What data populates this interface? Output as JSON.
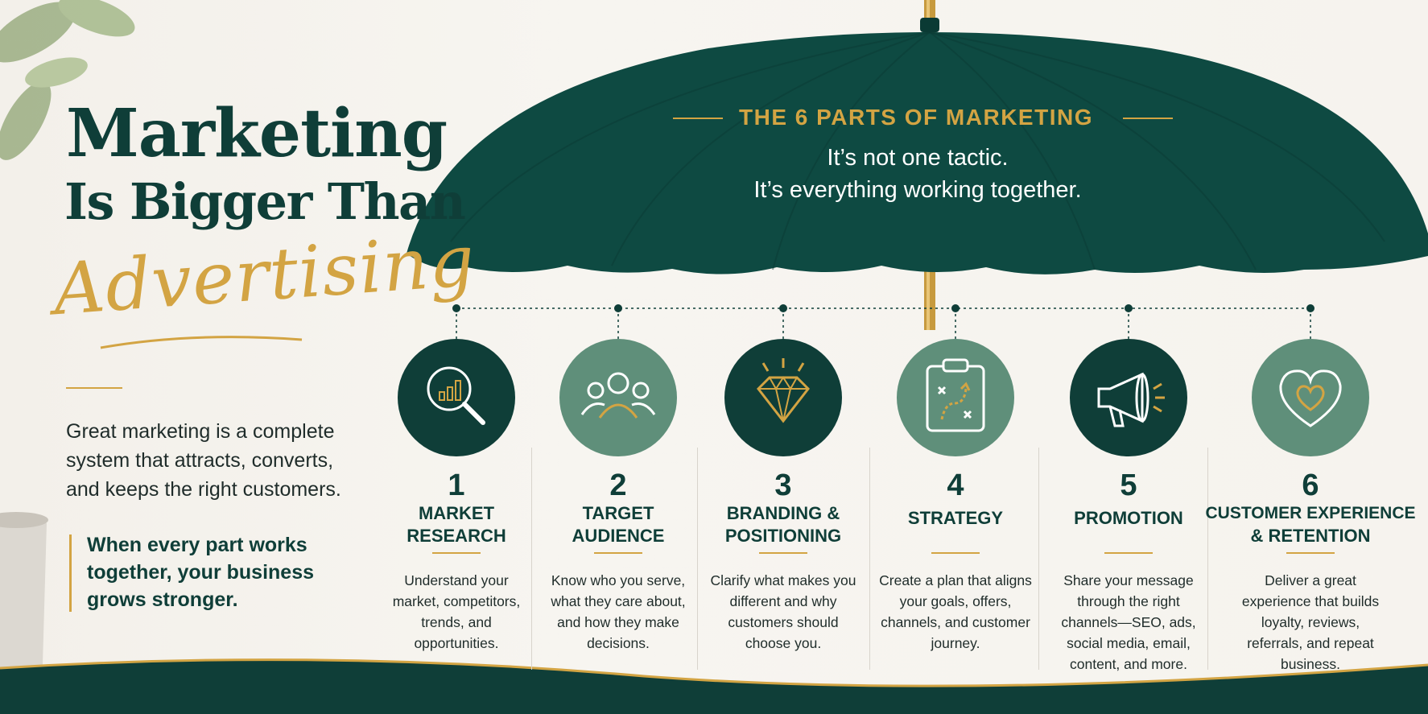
{
  "headline": {
    "line1": "Marketing",
    "line2": "Is Bigger Than",
    "script_word": "Advertising"
  },
  "intro": {
    "text": "Great marketing is a complete system that attracts, converts, and keeps the right customers.",
    "quote": "When every part works together, your business grows stronger."
  },
  "umbrella": {
    "kicker": "THE 6 PARTS OF MARKETING",
    "tagline_line1": "It’s not one tactic.",
    "tagline_line2": "It’s everything working together."
  },
  "parts": [
    {
      "number": "1",
      "title_line1": "MARKET",
      "title_line2": "RESEARCH",
      "icon": "magnifier-chart-icon",
      "desc": "Understand your market, competitors, trends, and opportunities."
    },
    {
      "number": "2",
      "title_line1": "TARGET",
      "title_line2": "AUDIENCE",
      "icon": "people-group-icon",
      "desc": "Know who you serve, what they care about, and how they make decisions."
    },
    {
      "number": "3",
      "title_line1": "BRANDING &",
      "title_line2": "POSITIONING",
      "icon": "diamond-icon",
      "desc": "Clarify what makes you different and why customers should choose you."
    },
    {
      "number": "4",
      "title_line1": "STRATEGY",
      "title_line2": "",
      "icon": "clipboard-plan-icon",
      "desc": "Create a plan that aligns your goals, offers, channels, and customer journey."
    },
    {
      "number": "5",
      "title_line1": "PROMOTION",
      "title_line2": "",
      "icon": "megaphone-icon",
      "desc": "Share your message through the right channels—SEO, ads, social media, email, content, and more."
    },
    {
      "number": "6",
      "title_line1": "CUSTOMER EXPERIENCE",
      "title_line2": "& RETENTION",
      "icon": "heart-icon",
      "desc": "Deliver a great experience that builds loyalty, reviews, referrals, and repeat business."
    }
  ],
  "colors": {
    "dark_green": "#0f3e38",
    "sage_green": "#5f8f7a",
    "gold": "#d3a443",
    "cream": "#f6f3ee"
  }
}
